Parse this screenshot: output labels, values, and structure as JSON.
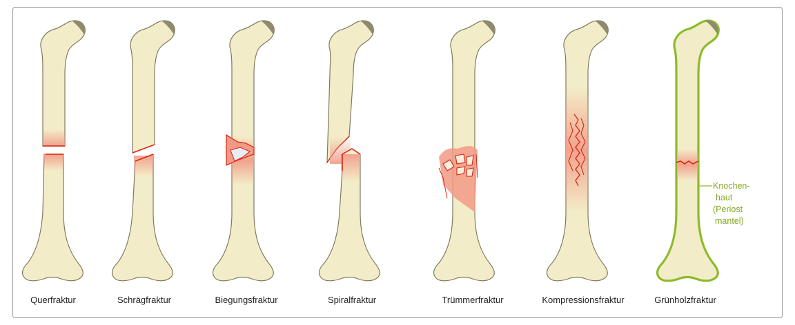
{
  "colors": {
    "bone_fill": "#f3ecc8",
    "bone_stroke": "#7e7a60",
    "head_shade": "#8f8a6e",
    "fracture_red": "#d9230f",
    "fracture_glow": "#f29a86",
    "periosteum_green": "#8cbb2a",
    "frame_border": "#9a9a9a"
  },
  "fractures": [
    {
      "id": "quer",
      "label": "Querfraktur"
    },
    {
      "id": "schraeg",
      "label": "Schrägfraktur"
    },
    {
      "id": "biegung",
      "label": "Biegungsfraktur"
    },
    {
      "id": "spiral",
      "label": "Spiralfraktur"
    },
    {
      "id": "truemmer",
      "label": "Trümmerfraktur"
    },
    {
      "id": "kompression",
      "label": "Kompressionsfraktur"
    },
    {
      "id": "gruenholz",
      "label": "Grünholzfraktur"
    }
  ],
  "periosteum": {
    "line1": "Knochen-",
    "line2": "haut",
    "line3": "(Periost",
    "line4": "mantel)"
  }
}
